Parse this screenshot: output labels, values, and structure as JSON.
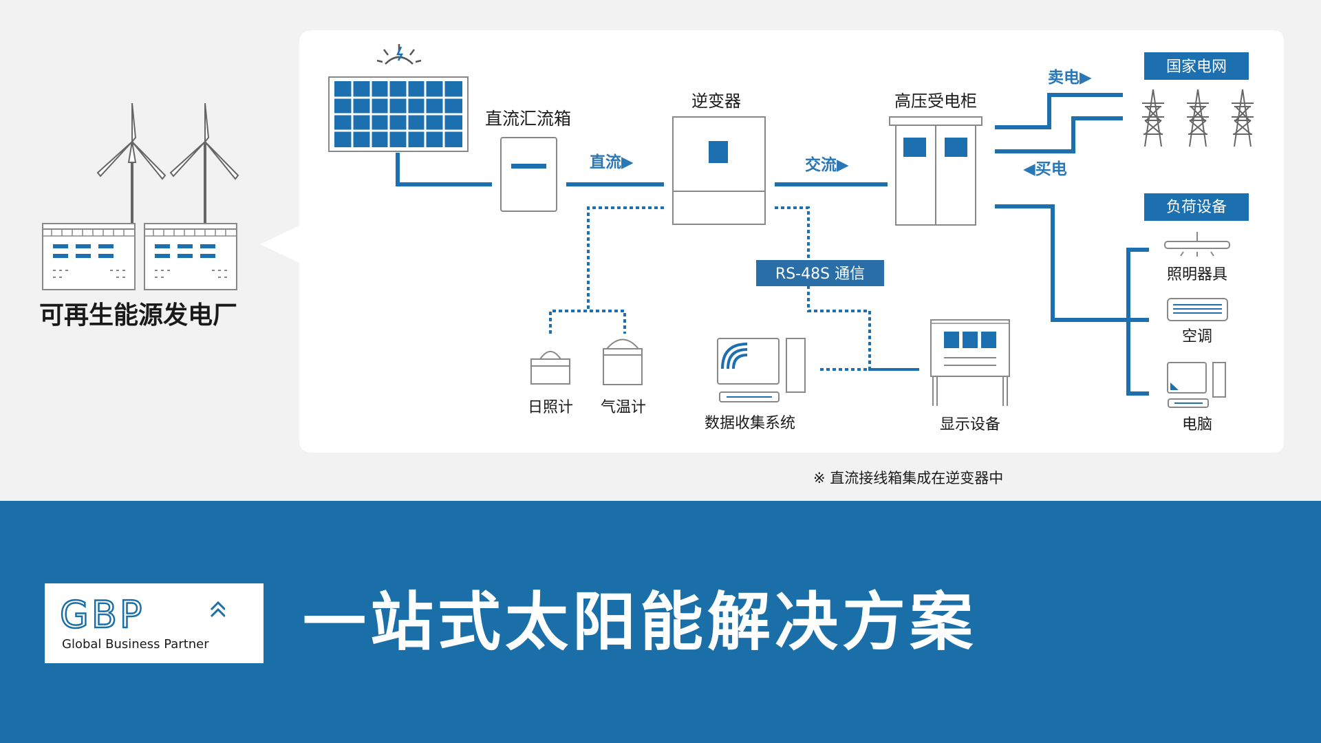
{
  "diagram": {
    "plant_label": "可再生能源发电厂",
    "nodes": {
      "combiner_box": "直流汇流箱",
      "inverter": "逆变器",
      "hv_cabinet": "高压受电柜",
      "state_grid": "国家电网",
      "load_devices": "负荷设备",
      "lighting": "照明器具",
      "air_conditioner": "空调",
      "computer": "电脑",
      "pyranometer": "日照计",
      "thermometer": "气温计",
      "data_system": "数据收集系统",
      "display": "显示设备"
    },
    "flow_labels": {
      "dc": "直流▶",
      "ac": "交流▶",
      "sell": "卖电▶",
      "buy": "◀买电",
      "rs485": "RS-48S 通信"
    },
    "footnote": "※ 直流接线箱集成在逆变器中"
  },
  "banner": {
    "logo_letters": "GBP",
    "logo_caption": "Global Business Partner",
    "headline": "一站式太阳能解决方案"
  },
  "colors": {
    "accent": "#1b6fa8",
    "panel_blue": "#1d70b0",
    "badge_blue": "#2a6ea8",
    "background": "#f2f2f2",
    "line_gray": "#999999"
  }
}
